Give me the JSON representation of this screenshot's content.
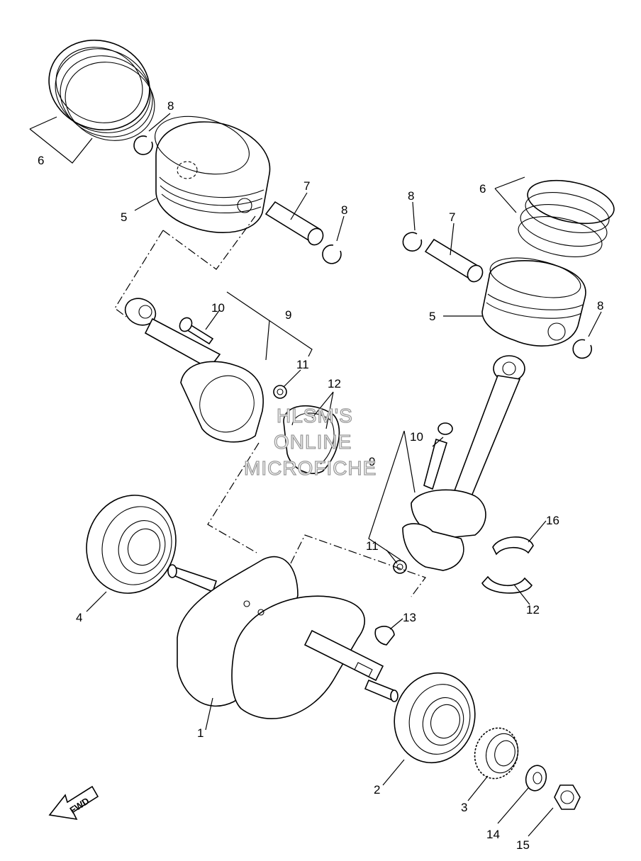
{
  "callouts": {
    "c1": "1",
    "c2": "2",
    "c3": "3",
    "c4": "4",
    "c5a": "5",
    "c5b": "5",
    "c6a": "6",
    "c6b": "6",
    "c7a": "7",
    "c7b": "7",
    "c8a": "8",
    "c8b": "8",
    "c8c": "8",
    "c8d": "8",
    "c9a": "9",
    "c9b": "9",
    "c10a": "10",
    "c10b": "10",
    "c11a": "11",
    "c11b": "11",
    "c12a": "12",
    "c12b": "12",
    "c13": "13",
    "c14": "14",
    "c15": "15",
    "c16": "16"
  },
  "watermark": {
    "line1": "HLSM'S",
    "line2": "ONLINE",
    "line3": "MICROFICHE"
  },
  "fwd_label": "FWD"
}
